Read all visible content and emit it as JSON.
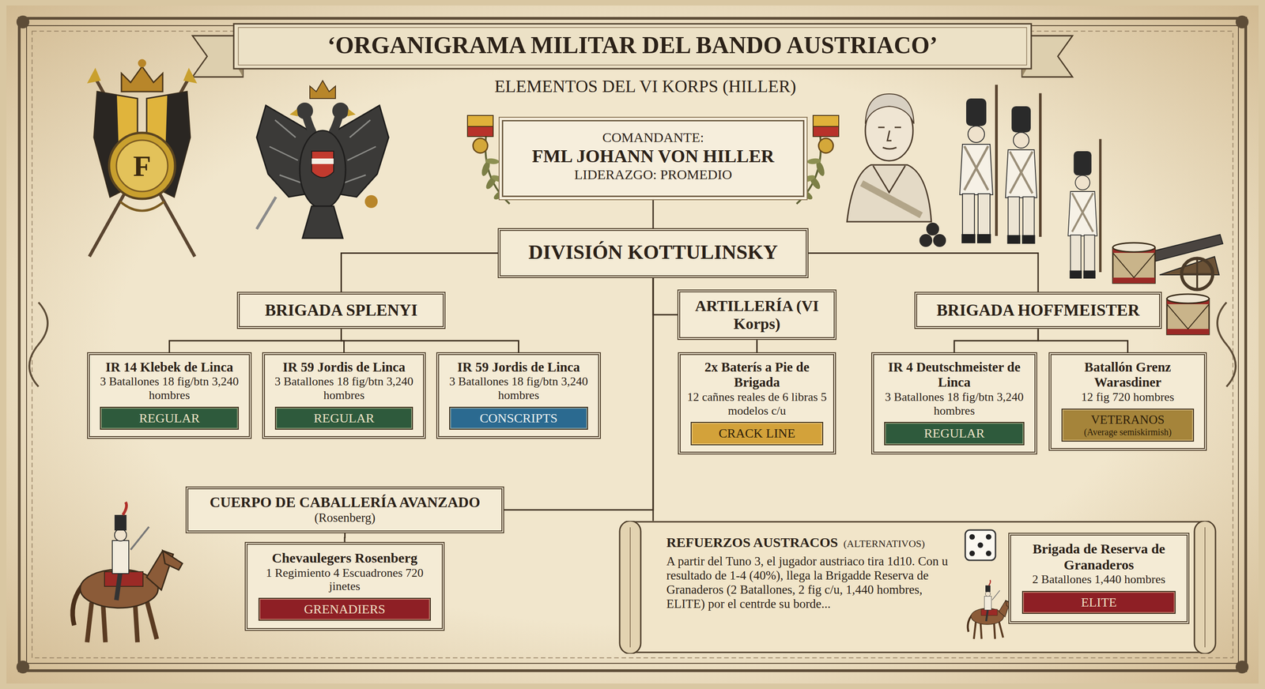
{
  "diagram": {
    "title": "‘ORGANIGRAMA MILITAR DEL BANDO AUSTRIACO’",
    "nodes": [
      {
        "text": [
          "COMANDANTE:",
          "FML JOHANN VON HILLER",
          "LIDERAZGO: PROMEDIO"
        ]
      },
      {
        "text": [
          "DIVISIÓN KOTTULINSKY"
        ]
      },
      {
        "text": [
          "BRIGADA SPLENYI"
        ]
      },
      {
        "text": [
          "ARTILLERÍA (VI Korps)"
        ]
      },
      {
        "text": [
          "BRIGADA HOFFMEISTER"
        ]
      },
      {
        "text": [
          "IR 14 Klebek de Linca",
          "3 Batallones 18 fig/btn 3,240 hombres"
        ]
      },
      {
        "text": [
          "REGULAR"
        ],
        "in": 5
      },
      {
        "text": [
          "IR 59 Jordis de Linca",
          "3 Batallones 18 fig/btn 3,240 hombres"
        ]
      },
      {
        "text": [
          "REGULAR"
        ],
        "in": 7
      },
      {
        "text": [
          "IR 59 Jordis de Linca",
          "3 Batallones 18 fig/btn 3,240 hombres"
        ]
      },
      {
        "text": [
          "CONSCRIPTS"
        ],
        "in": 9
      },
      {
        "text": [
          "2x Baterís a Pie de Brigada",
          "12 cañnes reales de 6 libras 5 modelos c/u"
        ]
      },
      {
        "text": [
          "CRACK LINE"
        ],
        "in": 11
      },
      {
        "text": [
          "IR 4 Deutschmeister de Linca",
          "3 Batallones 18 fig/btn 3,240 hombres"
        ]
      },
      {
        "text": [
          "REGULAR"
        ],
        "in": 13
      },
      {
        "text": [
          "Batallón Grenz Warasdiner",
          "12 fig 720 hombres"
        ]
      },
      {
        "text": [
          "VETERANOS",
          "(Average semiskirmish)"
        ],
        "in": 15
      },
      {
        "text": [
          "CUERPO DE CABALLERÍA AVANZADO",
          "(Rosenberg)"
        ]
      },
      {
        "text": [
          "Chevaulegers Rosenberg",
          "1 Regimiento 4 Escuadrones 720 jinetes"
        ]
      },
      {
        "text": [
          "GRENADIERS"
        ],
        "in": 18
      },
      {
        "text": [
          "REFUERZOS AUSTRACOS",
          "(ALTERNATIVOS)",
          "A partir del Tuno 3, el jugador austriaco tira 1d10. Con u resultado de 1-4 (40%), llega la Brigadde Reserva de Granaderos (2 Batallones, 2 fig c/u, 1,440 hombres, ELITE) por el centrde su borde..."
        ]
      },
      {
        "text": [
          "Brigada de Reserva de Granaderos",
          "2 Batallones 1,440 hombres"
        ],
        "in": 20
      },
      {
        "text": [
          "ELITE"
        ],
        "in": 21
      }
    ],
    "edges": [
      {
        "from": 0,
        "to": 1,
        "arrow": "none"
      },
      {
        "from": 1,
        "to": 2,
        "arrow": "none"
      },
      {
        "from": 1,
        "to": 3,
        "arrow": "none"
      },
      {
        "from": 1,
        "to": 4,
        "arrow": "none"
      },
      {
        "from": 2,
        "to": 5,
        "arrow": "none"
      },
      {
        "from": 2,
        "to": 7,
        "arrow": "none"
      },
      {
        "from": 2,
        "to": 9,
        "arrow": "none"
      },
      {
        "from": 3,
        "to": 11,
        "arrow": "none"
      },
      {
        "from": 4,
        "to": 13,
        "arrow": "none"
      },
      {
        "from": 4,
        "to": 15,
        "arrow": "none"
      },
      {
        "from": 1,
        "to": 17,
        "arrow": "none"
      },
      {
        "from": 17,
        "to": 18,
        "arrow": "none"
      },
      {
        "from": 1,
        "to": 20,
        "arrow": "none"
      }
    ],
    "labels": [
      "ELEMENTOS DEL VI KORPS (HILLER)",
      "F"
    ]
  }
}
